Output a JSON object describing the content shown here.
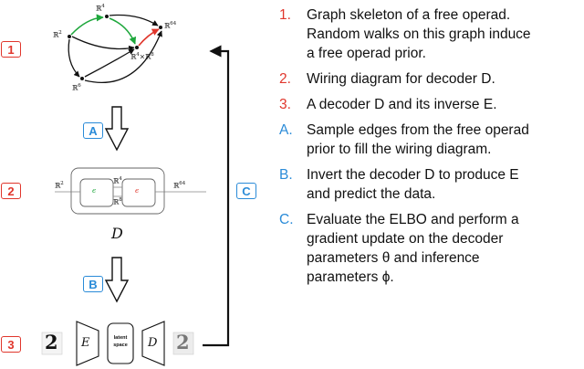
{
  "figure": {
    "tags": {
      "t1": "1",
      "t2": "2",
      "t3": "3",
      "tA": "A",
      "tB": "B",
      "tC": "C"
    },
    "skeleton": {
      "r2": "ℝ",
      "r2_exp": "2",
      "r4": "ℝ",
      "r4_exp": "4",
      "r64": "ℝ",
      "r64_exp": "64",
      "r6": "ℝ",
      "r6_exp": "6",
      "r4r8_a": "ℝ",
      "r4r8_a_exp": "4",
      "r4r8_times": "×",
      "r4r8_b": "ℝ",
      "r4r8_b_exp": "8"
    },
    "wiring": {
      "left": "ℝ",
      "left_exp": "2",
      "right": "ℝ",
      "right_exp": "64",
      "top": "ℝ",
      "top_exp": "4",
      "bottom": "ℝ",
      "bottom_exp": "8",
      "inner_left": "ϵ",
      "inner_right": "ϵ",
      "caption": "D"
    },
    "pipeline": {
      "digit_in": "2",
      "encoder": "E",
      "latent": "latent\nspace",
      "decoder": "D",
      "digit_out": "2"
    }
  },
  "steps": [
    {
      "num": "1.",
      "color": "#e0362c",
      "text": "Graph skeleton of a free operad.\nRandom walks on this graph induce\na free operad prior."
    },
    {
      "num": "2.",
      "color": "#e0362c",
      "text": "Wiring diagram for decoder D."
    },
    {
      "num": "3.",
      "color": "#e0362c",
      "text": "A decoder D and its inverse E."
    },
    {
      "num": "A.",
      "color": "#2a8bd8",
      "text": "Sample edges from the free operad\nprior to fill the wiring diagram."
    },
    {
      "num": "B.",
      "color": "#2a8bd8",
      "text": "Invert the decoder D to produce E\nand predict the data."
    },
    {
      "num": "C.",
      "color": "#2a8bd8",
      "text": "Evaluate the ELBO and perform a\ngradient update on the decoder\nparameters θ and inference\nparameters ϕ."
    }
  ]
}
